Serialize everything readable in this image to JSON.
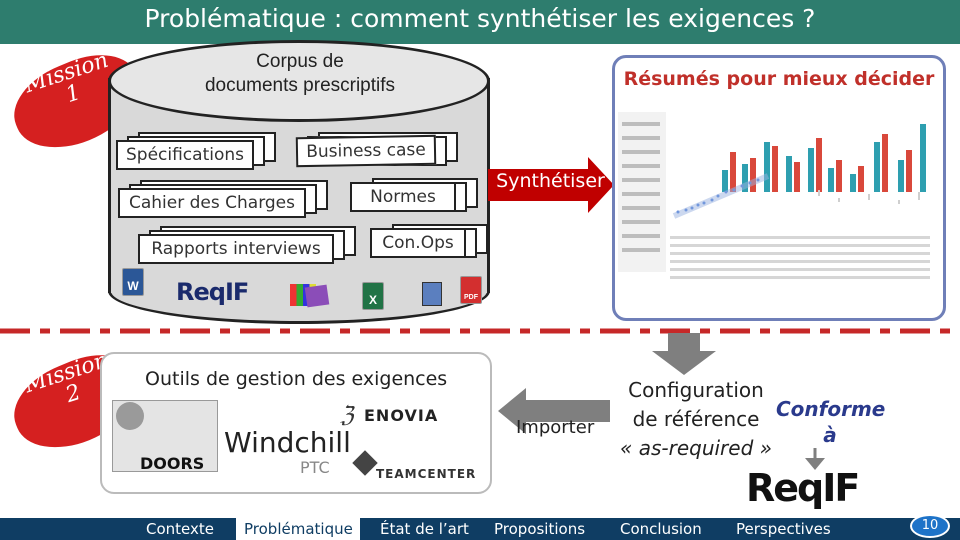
{
  "slide": {
    "title": "Problématique : comment synthétiser les exigences ?",
    "page_number": "10"
  },
  "mission1": {
    "line1": "Mission",
    "line2": "1"
  },
  "mission2": {
    "line1": "Mission",
    "line2": "2"
  },
  "corpus": {
    "label_line1": "Corpus de",
    "label_line2": "documents prescriptifs",
    "documents": [
      "Spécifications",
      "Business case",
      "Cahier des Charges",
      "Normes",
      "Rapports interviews",
      "Con.Ops"
    ],
    "logos": [
      "W",
      "ReqIF",
      "X",
      "PDF"
    ]
  },
  "synthesize": {
    "label": "Synthétiser"
  },
  "dashboard": {
    "title": "Résumés pour mieux décider"
  },
  "tools": {
    "title": "Outils de gestion des exigences",
    "logos": [
      "DOORS",
      "Windchill",
      "PTC",
      "ENOVIA",
      "TEAMCENTER"
    ]
  },
  "importer": {
    "label": "Importer"
  },
  "configuration": {
    "line1": "Configuration",
    "line2": "de référence",
    "line3": "« as-required »"
  },
  "conforme": {
    "line1": "Conforme",
    "line2": "à"
  },
  "reqif_bottom": {
    "label": "ReqIF"
  },
  "nav": {
    "items": [
      "Contexte",
      "Problématique",
      "État de l’art",
      "Propositions",
      "Conclusion",
      "Perspectives"
    ],
    "active": "Problématique"
  },
  "colors": {
    "title_bg": "#2e7d6e",
    "mission_red": "#d52020",
    "arrow_red": "#c00000",
    "dash_frame": "#6f7fb8",
    "footer_bg": "#0f3d63",
    "conforme_blue": "#2a3a8c"
  }
}
